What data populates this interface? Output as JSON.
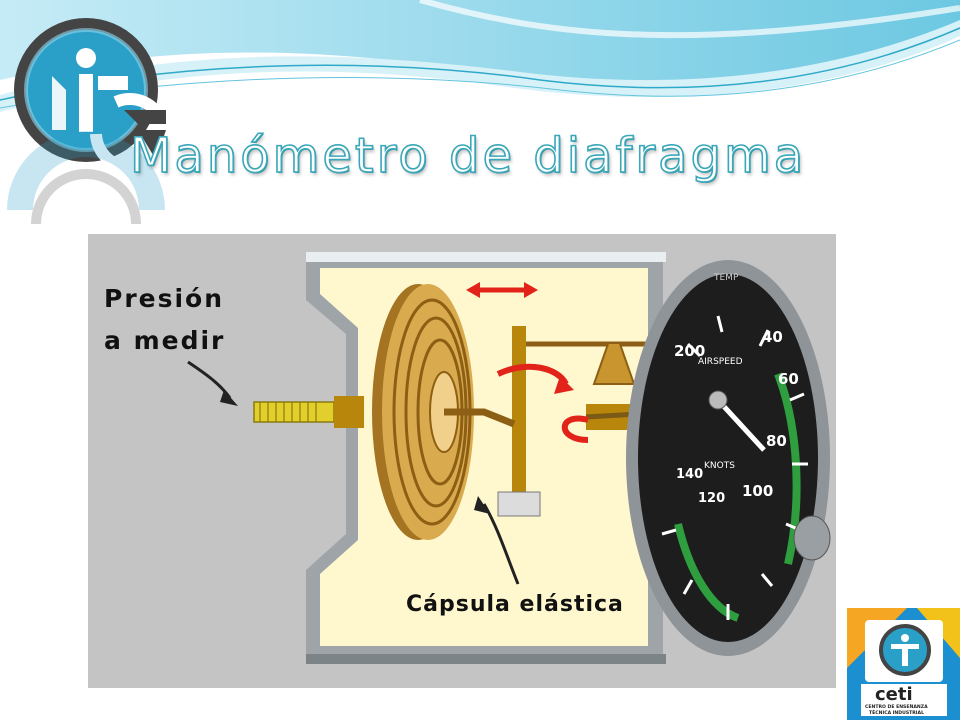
{
  "slide": {
    "title": "Manómetro de diafragma"
  },
  "figure": {
    "pressure_label_line1": "Presión",
    "pressure_label_line2": "a medir",
    "capsule_label": "Cápsula elástica",
    "gauge_label_airspeed": "AIRSPEED",
    "gauge_label_knots": "KNOTS",
    "gauge_label_temp": "TEMP",
    "gauge_numbers": [
      "200",
      "40",
      "60",
      "80",
      "100",
      "120",
      "140"
    ]
  },
  "ceti_logo": {
    "word": "ceti",
    "line1": "CENTRO DE ENSEÑANZA",
    "line2": "TÉCNICA INDUSTRIAL"
  },
  "colors": {
    "title_outline": "#3aa7b9",
    "wave_blue": "#7fd0e6",
    "figure_bg": "#c4c4c4",
    "housing_fill": "#fff8cf",
    "diaphragm": "#c99a3c",
    "arrow_red": "#e2231a",
    "gauge_face": "#1d1d1d",
    "gauge_green": "#2e9e3e"
  }
}
